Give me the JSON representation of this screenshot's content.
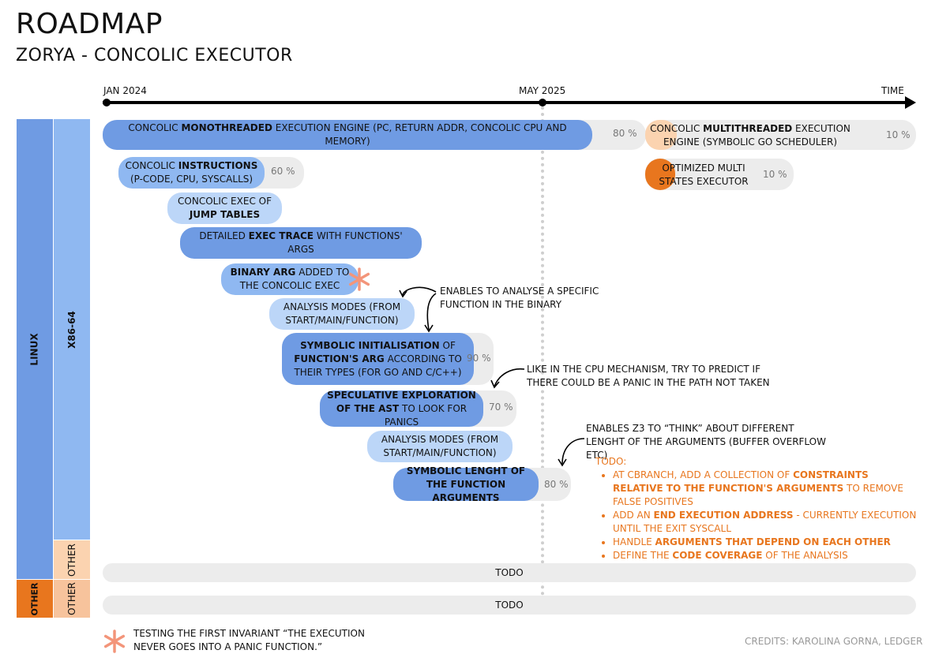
{
  "header": {
    "title": "ROADMAP",
    "subtitle": "ZORYA - CONCOLIC EXECUTOR"
  },
  "timeline": {
    "start": "JAN 2024",
    "mid": "MAY 2025",
    "end": "TIME"
  },
  "sidebars": {
    "linux": "LINUX",
    "x86": "X86-64",
    "other_inner": "OTHER",
    "other_outer": "OTHER",
    "other_inner2": "OTHER"
  },
  "tasks": {
    "t1": {
      "pre": "CONCOLIC ",
      "bold": "MONOTHREADED",
      "post": " EXECUTION ENGINE (PC, RETURN ADDR, CONCOLIC CPU AND MEMORY)",
      "pct": "80 %"
    },
    "t2": {
      "pre": "CONCOLIC ",
      "bold": "MULTITHREADED",
      "post": " EXECUTION ENGINE (SYMBOLIC GO SCHEDULER)",
      "pct": "10 %"
    },
    "t3": {
      "pre": "CONCOLIC ",
      "bold": "INSTRUCTIONS",
      "post": " (P-CODE, CPU, SYSCALLS)",
      "pct": "60 %"
    },
    "t4": {
      "text": "OPTIMIZED MULTI STATES EXECUTOR",
      "pct": "10 %"
    },
    "t5": {
      "pre": "CONCOLIC EXEC OF ",
      "bold": "JUMP TABLES"
    },
    "t6": {
      "pre": "DETAILED ",
      "bold": "EXEC TRACE",
      "post": " WITH FUNCTIONS' ARGS"
    },
    "t7": {
      "bold": "BINARY ARG",
      "post": " ADDED TO THE CONCOLIC EXEC"
    },
    "t8": {
      "text": "ANALYSIS MODES (FROM START/MAIN/FUNCTION)"
    },
    "t9": {
      "bold": "SYMBOLIC INITIALISATION",
      "mid": " OF ",
      "bold2": "FUNCTION'S ARG",
      "post": " ACCORDING TO THEIR TYPES (FOR GO AND C/C++)",
      "pct": "90 %"
    },
    "t10": {
      "bold": "SPECULATIVE EXPLORATION OF THE AST",
      "post": " TO LOOK FOR PANICS",
      "pct": "70 %"
    },
    "t11": {
      "text": "ANALYSIS MODES (FROM START/MAIN/FUNCTION)"
    },
    "t12": {
      "bold": "SYMBOLIC LENGHT OF THE FUNCTION ARGUMENTS",
      "pct": "80 %"
    }
  },
  "notes": {
    "n1": "ENABLES TO ANALYSE A SPECIFIC FUNCTION IN THE BINARY",
    "n2": "LIKE IN THE CPU MECHANISM, TRY TO PREDICT IF THERE COULD BE A PANIC IN THE PATH NOT TAKEN",
    "n3": "ENABLES Z3 TO “THINK” ABOUT DIFFERENT LENGHT OF THE ARGUMENTS (BUFFER OVERFLOW ETC)"
  },
  "todo": {
    "heading": "TODO:",
    "items": [
      {
        "pre": "AT CBRANCH, ADD A COLLECTION OF ",
        "bold": "CONSTRAINTS RELATIVE TO THE FUNCTION'S ARGUMENTS",
        "post": " TO REMOVE FALSE POSITIVES"
      },
      {
        "pre": "ADD AN ",
        "bold": "END EXECUTION ADDRESS",
        "post": " - CURRENTLY EXECUTION UNTIL THE EXIT SYSCALL"
      },
      {
        "pre": "HANDLE ",
        "bold": "ARGUMENTS THAT DEPEND ON EACH OTHER",
        "post": ""
      },
      {
        "pre": "DEFINE THE ",
        "bold": "CODE COVERAGE",
        "post": " OF THE ANALYSIS"
      }
    ]
  },
  "rows": {
    "todo1": "TODO",
    "todo2": "TODO"
  },
  "legend": {
    "text": "TESTING THE FIRST INVARIANT “THE EXECUTION NEVER GOES INTO A PANIC FUNCTION.”"
  },
  "credits": "CREDITS: KAROLINA GORNA, LEDGER",
  "colors": {
    "blue_dark": "#6f9be3",
    "blue_mid": "#8fb8f1",
    "blue_light": "#bcd6f8",
    "orange": "#e8761e",
    "orange_light": "#fbd3b0",
    "gray": "#ececec",
    "star": "#f3957a"
  }
}
